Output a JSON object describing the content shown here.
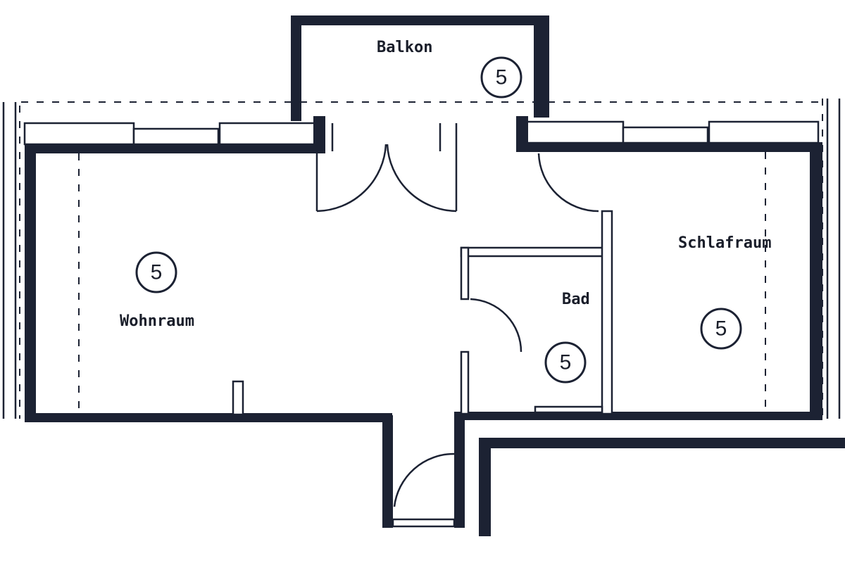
{
  "rooms": [
    {
      "name": "Balkon",
      "number": "5"
    },
    {
      "name": "Wohnraum",
      "number": "5"
    },
    {
      "name": "Bad",
      "number": "5"
    },
    {
      "name": "Schlafraum",
      "number": "5"
    }
  ],
  "colors": {
    "ink": "#1c2233",
    "paper": "#ffffff"
  }
}
